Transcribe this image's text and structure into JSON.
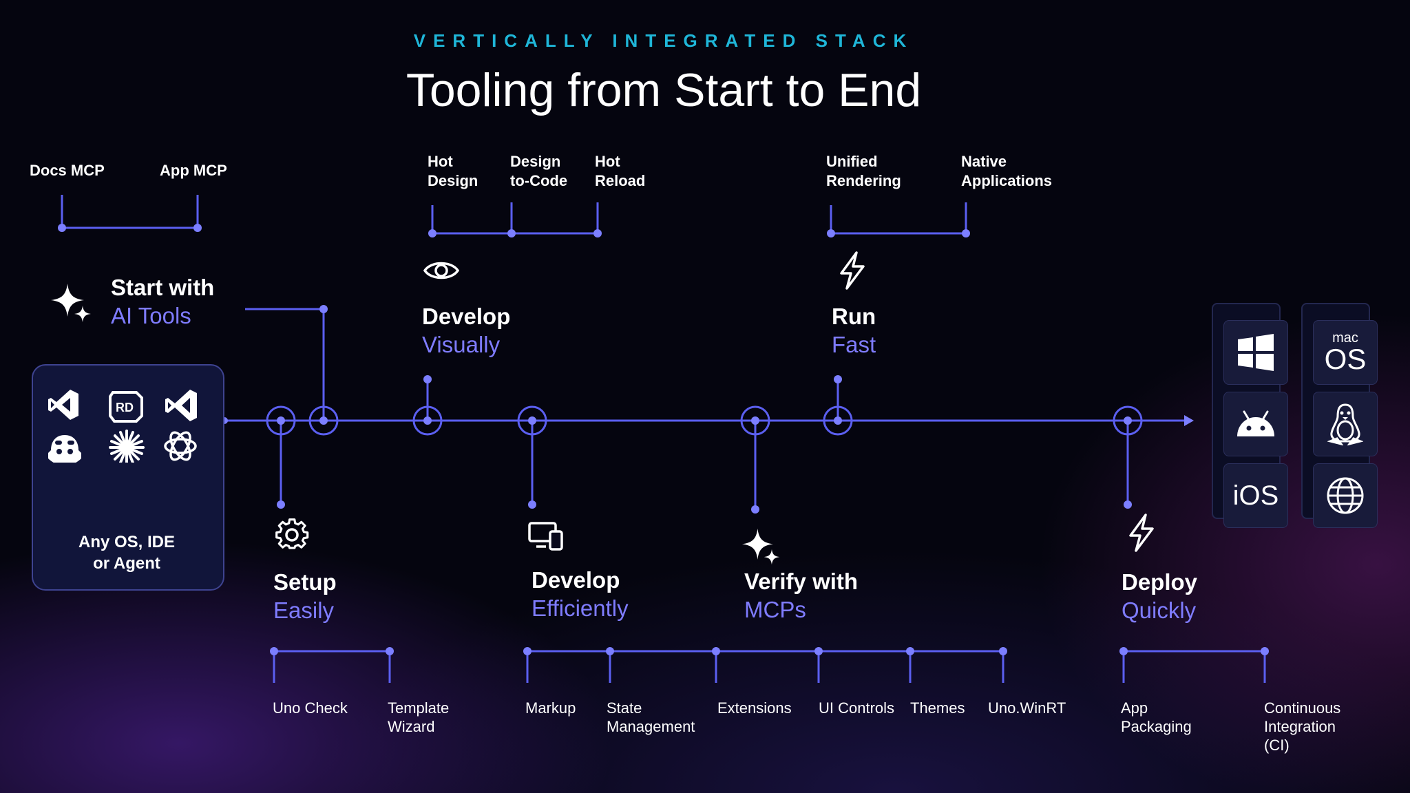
{
  "header": {
    "eyebrow": "VERTICALLY INTEGRATED STACK",
    "title": "Tooling from Start to End"
  },
  "ai_tools": {
    "top_labels": [
      "Docs MCP",
      "App MCP"
    ],
    "title": "Start with",
    "subtitle": "AI Tools",
    "box_caption_line1": "Any OS, IDE",
    "box_caption_line2": "or Agent",
    "icons": [
      "visual-studio-icon",
      "rider-icon",
      "vscode-icon",
      "copilot-icon",
      "claude-icon",
      "openai-icon"
    ]
  },
  "stages": {
    "develop_visually": {
      "title": "Develop",
      "subtitle": "Visually",
      "icon": "eye-icon",
      "labels": [
        [
          "Hot",
          "Design"
        ],
        [
          "Design",
          "to-Code"
        ],
        [
          "Hot",
          "Reload"
        ]
      ]
    },
    "run_fast": {
      "title": "Run",
      "subtitle": "Fast",
      "icon": "lightning-icon",
      "labels": [
        [
          "Unified",
          "Rendering"
        ],
        [
          "Native",
          "Applications"
        ]
      ]
    },
    "setup": {
      "title": "Setup",
      "subtitle": "Easily",
      "icon": "gear-icon",
      "labels": [
        [
          "Uno Check"
        ],
        [
          "Template",
          "Wizard"
        ]
      ]
    },
    "develop_efficiently": {
      "title": "Develop",
      "subtitle": "Efficiently",
      "icon": "devices-icon",
      "labels": [
        [
          "Markup"
        ],
        [
          "State",
          "Management"
        ],
        [
          "Extensions"
        ],
        [
          "UI Controls"
        ],
        [
          "Themes"
        ],
        [
          "Uno.WinRT"
        ]
      ]
    },
    "verify": {
      "title": "Verify with",
      "subtitle": "MCPs",
      "icon": "sparkle-icon"
    },
    "deploy": {
      "title": "Deploy",
      "subtitle": "Quickly",
      "icon": "lightning-icon",
      "labels": [
        [
          "App",
          "Packaging"
        ],
        [
          "Continuous",
          "Integration",
          "(CI)"
        ]
      ]
    }
  },
  "platforms": {
    "macos_top": "mac",
    "macos_bottom": "OS",
    "ios": "iOS",
    "icons": [
      "windows-icon",
      "macos-icon",
      "android-icon",
      "linux-icon",
      "ios-icon",
      "web-globe-icon"
    ]
  },
  "colors": {
    "accent": "#6366f1",
    "eyebrow": "#1fb6d8",
    "subtitle": "#7f7cff",
    "line": "#5b5ff0"
  }
}
